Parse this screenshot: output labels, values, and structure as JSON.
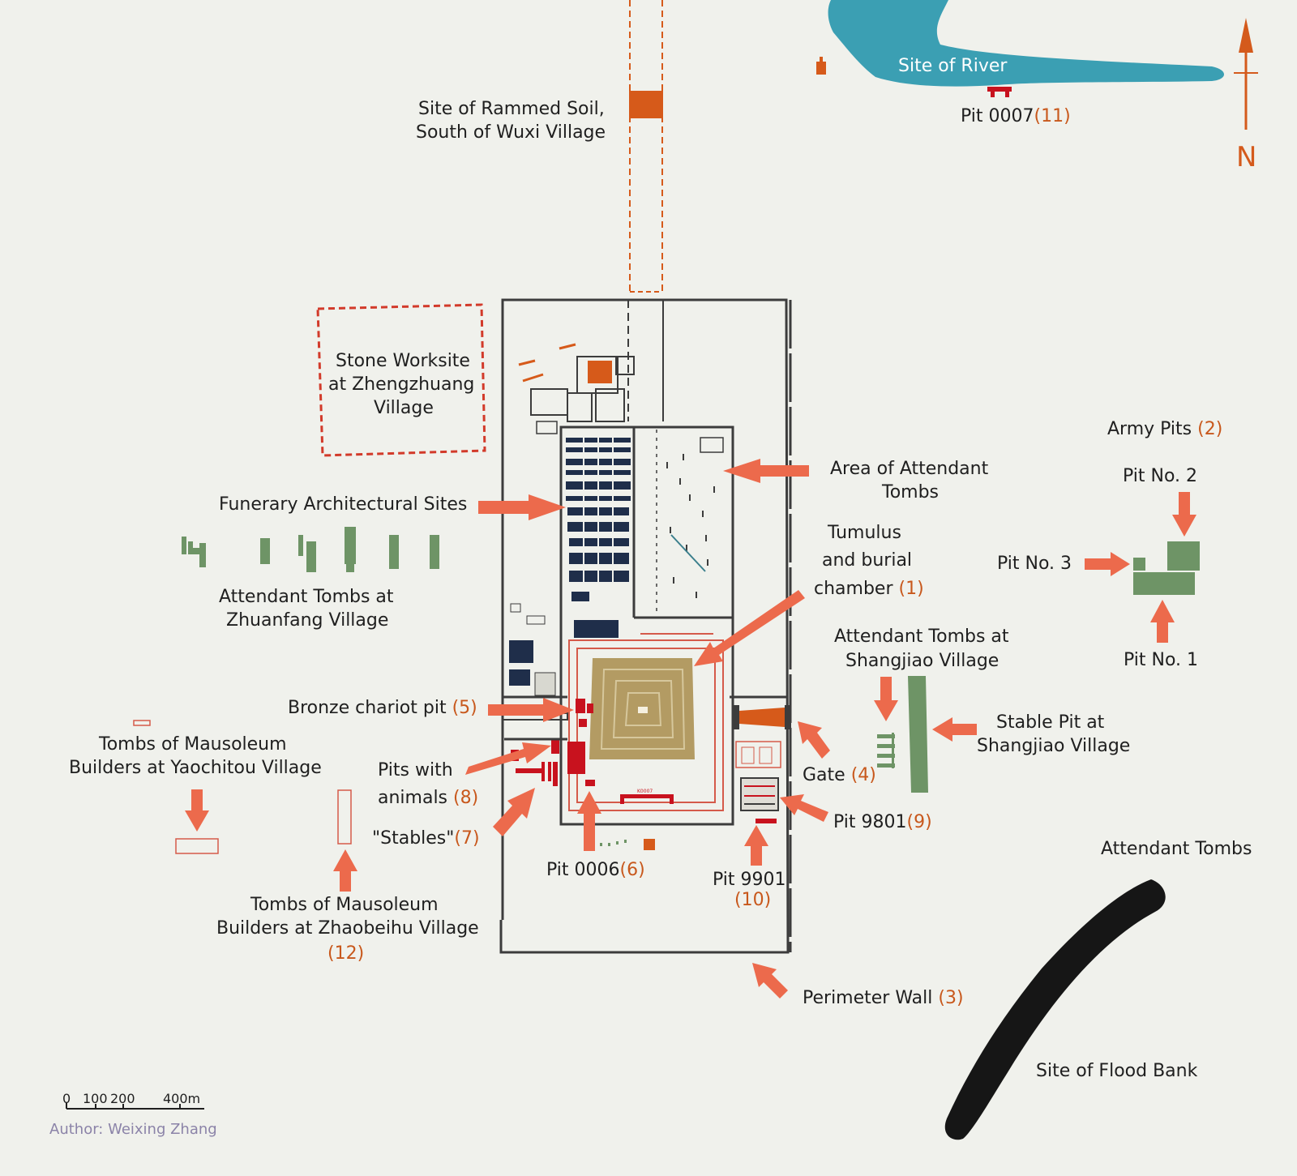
{
  "labels": {
    "river": "Site of River",
    "pit0007": "Pit 0007",
    "pit0007_num": "(11)",
    "north": "N",
    "rammed_soil_1": "Site of Rammed Soil,",
    "rammed_soil_2": "South of Wuxi Village",
    "stone_worksite_1": "Stone Worksite",
    "stone_worksite_2": "at Zhengzhuang",
    "stone_worksite_3": "Village",
    "army_pits": "Army Pits",
    "army_pits_num": "(2)",
    "pit_no2": "Pit No. 2",
    "pit_no3": "Pit No. 3",
    "pit_no1": "Pit No. 1",
    "attendant_area_1": "Area of Attendant",
    "attendant_area_2": "Tombs",
    "funerary": "Funerary Architectural Sites",
    "tumulus_1": "Tumulus",
    "tumulus_2": "and burial",
    "tumulus_3": "chamber",
    "tumulus_num": "(1)",
    "zhuanfang_1": "Attendant Tombs at",
    "zhuanfang_2": "Zhuanfang Village",
    "shangjiao_1": "Attendant Tombs at",
    "shangjiao_2": "Shangjiao Village",
    "bronze": "Bronze chariot pit",
    "bronze_num": "(5)",
    "stable_1": "Stable Pit at",
    "stable_2": "Shangjiao Village",
    "yaochitou_1": "Tombs of Mausoleum",
    "yaochitou_2": "Builders at Yaochitou Village",
    "animals_1": "Pits with",
    "animals_2": "animals",
    "animals_num": "(8)",
    "gate": "Gate",
    "gate_num": "(4)",
    "stables": "\"Stables\"",
    "stables_num": "(7)",
    "pit9801": "Pit 9801",
    "pit9801_num": "(9)",
    "pit0006": "Pit 0006",
    "pit0006_num": "(6)",
    "pit9901": "Pit 9901",
    "pit9901_num": "(10)",
    "attendant_tombs": "Attendant Tombs",
    "zhaobeihu_1": "Tombs of Mausoleum",
    "zhaobeihu_2": "Builders at Zhaobeihu Village",
    "zhaobeihu_num": "(12)",
    "perimeter": "Perimeter Wall",
    "perimeter_num": "(3)",
    "flood_bank": "Site of Flood Bank",
    "pit_k0007_tag": "K0007",
    "author": "Author: Weixing Zhang"
  },
  "scale_bar": {
    "ticks": [
      "0",
      "100",
      "200",
      "400m"
    ]
  },
  "colors": {
    "background": "#f0f1ec",
    "river": "#3b9fb3",
    "orange_site": "#d65a1a",
    "arrow": "#ec6a4c",
    "green_pits": "#6e9466",
    "red_pits": "#c8121e",
    "flood_bank": "#161616",
    "tumulus": "#b39b63"
  }
}
